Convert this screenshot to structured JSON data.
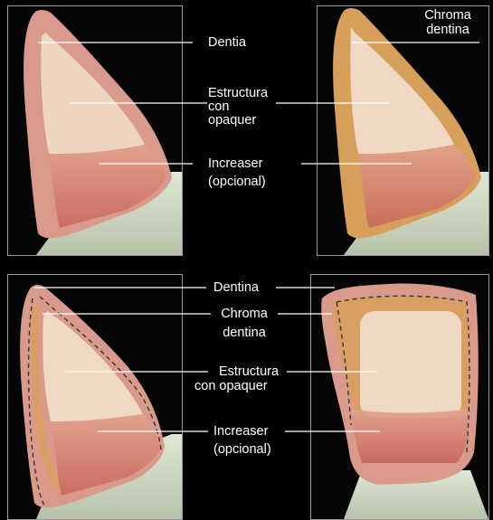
{
  "labels": {
    "dentina": "Dentina",
    "dentia": "Dentia",
    "estructura_line1": "Estructura",
    "estructura_line2": "con",
    "estructura_line3": "opaquer",
    "estructura_con_opaquer": "con opaquer",
    "increaser": "Increaser",
    "opcional": "(opcional)",
    "chroma": "Chroma",
    "chroma_dentina_line2": "dentina"
  }
}
